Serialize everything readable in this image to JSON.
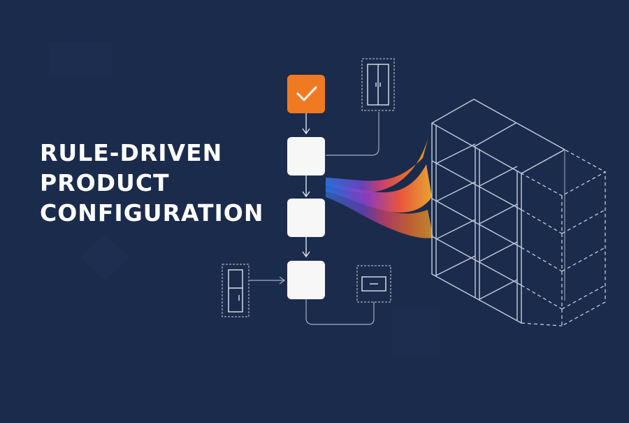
{
  "headline": {
    "lines": [
      "RULE-DRIVEN",
      "PRODUCT",
      "CONFIGURATION"
    ]
  },
  "colors": {
    "background": "#1b2b4b",
    "accent_orange": "#f07a22",
    "node_fill": "#f7f7f8",
    "line": "#b8c3d6",
    "gradient": [
      "#2f6fd6",
      "#7a3fb8",
      "#d8406a",
      "#f2702a",
      "#f5a623"
    ]
  },
  "flow": {
    "nodes": [
      {
        "state": "checked",
        "icon": "check-icon"
      },
      {
        "state": "empty"
      },
      {
        "state": "empty"
      },
      {
        "state": "empty"
      }
    ],
    "option_icons": [
      "wardrobe-icon",
      "tall-cabinet-icon",
      "drawer-icon"
    ]
  },
  "product": {
    "icon": "shelving-unit-icon",
    "columns": 2,
    "rows": 4,
    "dashed_extension": true
  }
}
